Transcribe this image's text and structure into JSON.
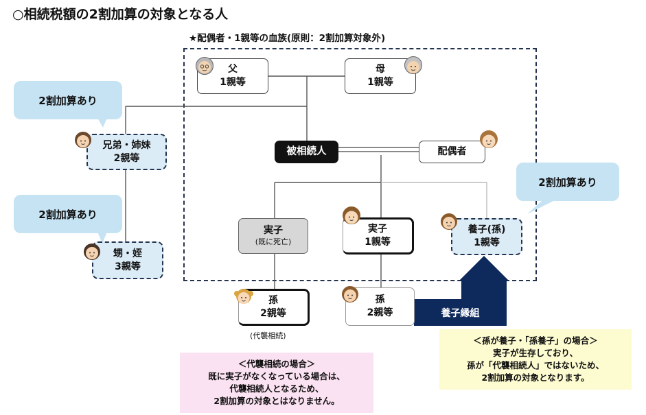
{
  "title": "○相続税額の2割加算の対象となる人",
  "subtitle": "★配偶者・1親等の血族(原則：2割加算対象外)",
  "nodes": {
    "father": {
      "name": "父",
      "degree": "1親等"
    },
    "mother": {
      "name": "母",
      "degree": "1親等"
    },
    "deceased": {
      "name": "被相続人"
    },
    "spouse": {
      "name": "配偶者"
    },
    "siblings": {
      "name": "兄弟・姉妹",
      "degree": "2親等"
    },
    "nephew_niece": {
      "name": "甥・姪",
      "degree": "3親等"
    },
    "child_deceased": {
      "name": "実子",
      "note": "(既に死亡)"
    },
    "child": {
      "name": "実子",
      "degree": "1親等"
    },
    "adopted_grandchild": {
      "name": "養子(孫)",
      "degree": "1親等"
    },
    "grandchild_representative": {
      "name": "孫",
      "degree": "2親等",
      "caption": "(代襲相続)"
    },
    "grandchild": {
      "name": "孫",
      "degree": "2親等"
    }
  },
  "bubbles": {
    "siblings": "2割加算あり",
    "nephew_niece": "2割加算あり",
    "adopted": "2割加算あり"
  },
  "adoption_label": "養子縁組",
  "notes": {
    "representative": {
      "heading": "＜代襲相続の場合＞",
      "lines": [
        "既に実子がなくなっている場合は、",
        "代襲相続人となるため、",
        "2割加算の対象とはなりません。"
      ]
    },
    "grandchild_adoption": {
      "heading": "＜孫が養子・「孫養子」の場合＞",
      "lines": [
        "実子が生存しており、",
        "孫が「代襲相続人」ではないため、",
        "2割加算の対象となります。"
      ]
    }
  },
  "colors": {
    "bubble": "#c6e3f4",
    "dashed_box_fill": "#dcecf7",
    "navy": "#0e2a5c",
    "pink_note": "#fbe2f2",
    "yellow_note": "#fdfbd0"
  }
}
